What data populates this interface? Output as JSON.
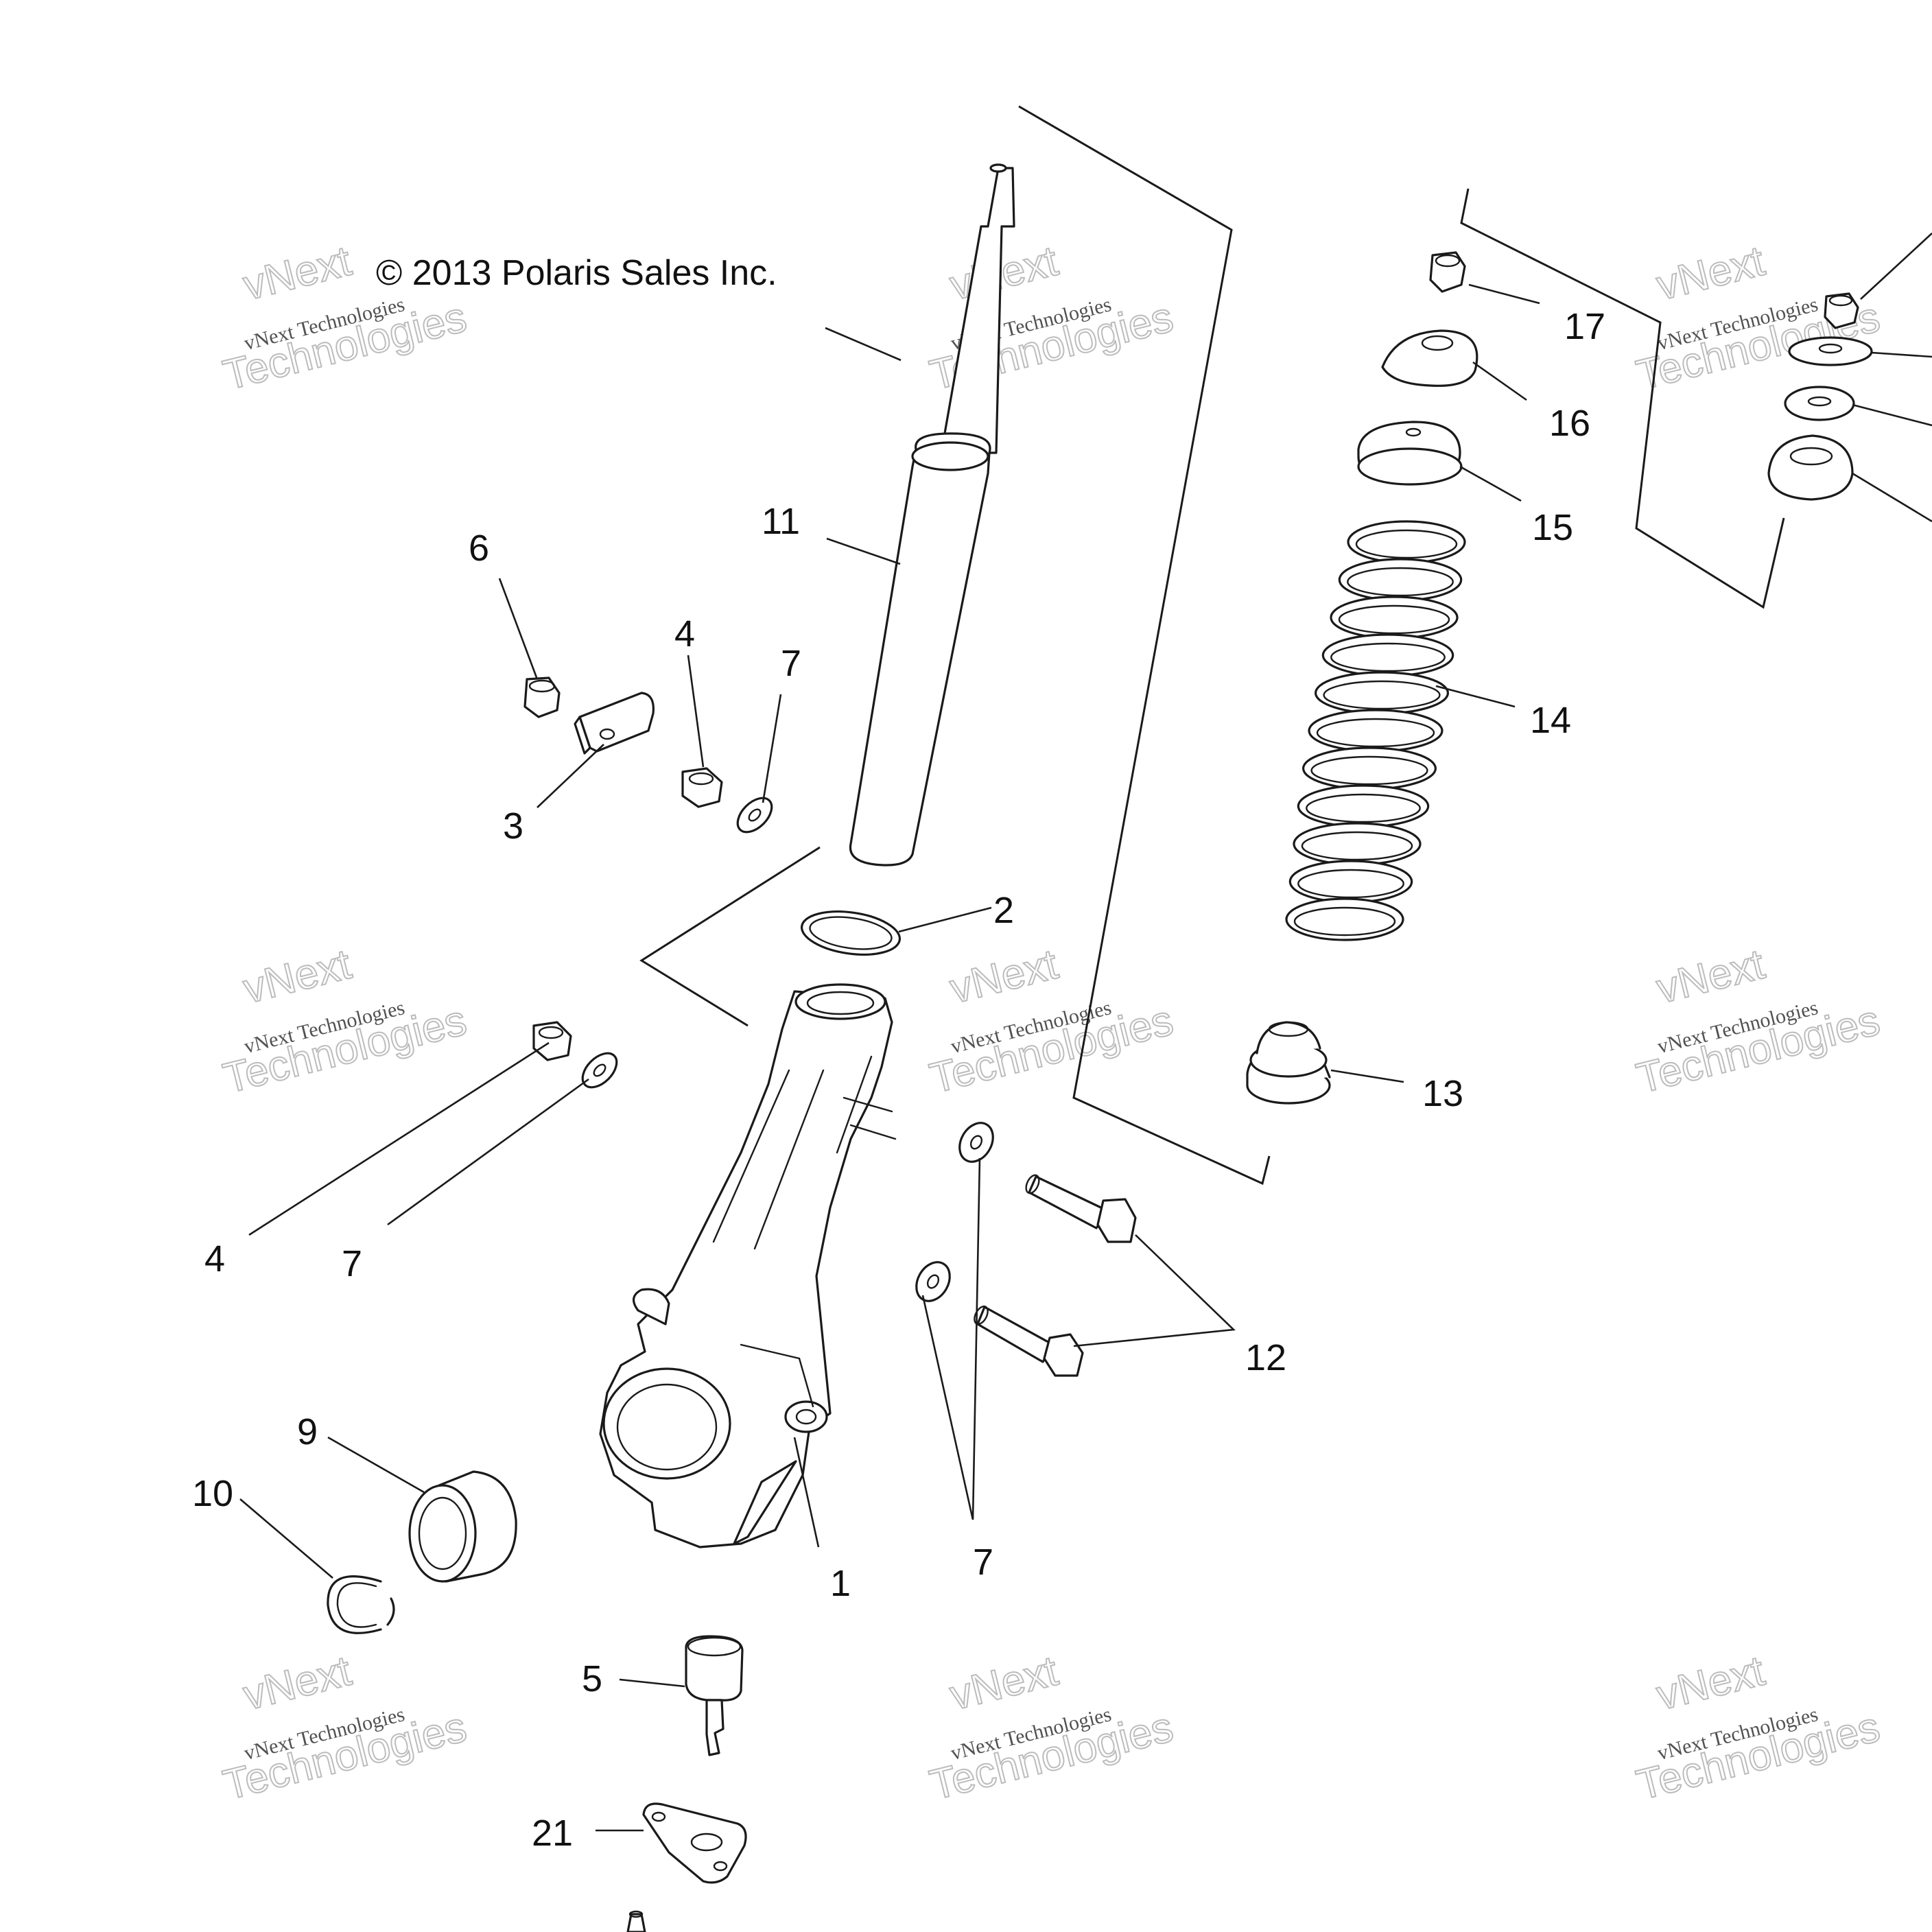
{
  "copyright": "© 2013 Polaris Sales Inc.",
  "watermark": {
    "brand": "vNext",
    "line_small": "vNext Technologies",
    "line_big": "Technologies"
  },
  "callouts": {
    "c1": "1",
    "c2": "2",
    "c3": "3",
    "c4a": "4",
    "c4b": "4",
    "c5": "5",
    "c6": "6",
    "c7a": "7",
    "c7b": "7",
    "c7c": "7",
    "c9": "9",
    "c10": "10",
    "c11": "11",
    "c12": "12",
    "c13": "13",
    "c14": "14",
    "c15": "15",
    "c16": "16",
    "c17": "17",
    "c21": "21"
  },
  "colors": {
    "line": "#1a1a1a",
    "background": "#ffffff",
    "watermark": "#b5b5b5"
  }
}
